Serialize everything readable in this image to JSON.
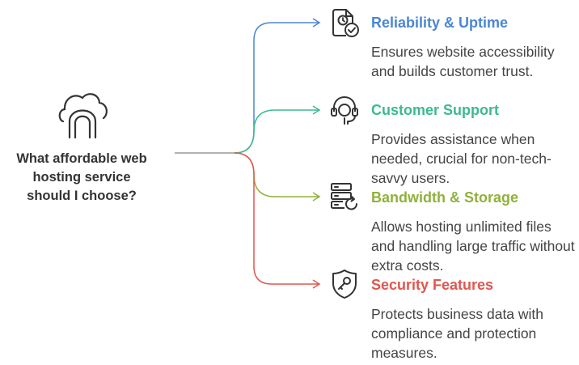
{
  "question": {
    "line1": "What affordable web",
    "line2": "hosting service",
    "line3": "should I choose?",
    "icon": "cloud-hosting-icon"
  },
  "branches": [
    {
      "title": "Reliability & Uptime",
      "description": "Ensures website accessibility and builds customer trust.",
      "color": "#4a86d3",
      "icon": "clock-check-icon"
    },
    {
      "title": "Customer Support",
      "description": "Provides assistance when needed, crucial for non-tech-savvy users.",
      "color": "#3cba8c",
      "icon": "headset-support-icon"
    },
    {
      "title": "Bandwidth & Storage",
      "description": "Allows hosting unlimited files and handling large traffic without extra costs.",
      "color": "#8fb23a",
      "icon": "server-refresh-icon"
    },
    {
      "title": "Security Features",
      "description": "Protects business data with compliance and protection measures.",
      "color": "#e0574f",
      "icon": "shield-key-icon"
    }
  ]
}
